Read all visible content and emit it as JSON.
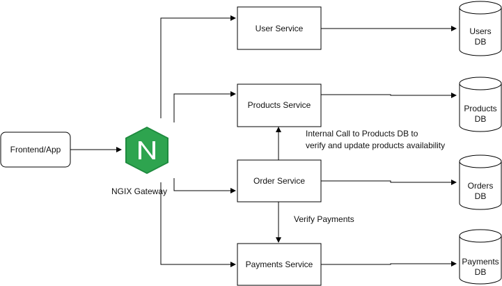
{
  "nodes": {
    "frontend": {
      "label": "Frontend/App"
    },
    "gateway": {
      "label": "NGIX Gateway",
      "logo_letter": "N",
      "logo_color": "#2EA44F",
      "logo_dark": "#1E8A3E"
    },
    "user_service": {
      "label": "User Service"
    },
    "products_service": {
      "label": "Products Service"
    },
    "order_service": {
      "label": "Order Service"
    },
    "payments_service": {
      "label": "Payments Service"
    }
  },
  "databases": {
    "users_db": {
      "line1": "Users",
      "line2": "DB"
    },
    "products_db": {
      "line1": "Products",
      "line2": "DB"
    },
    "orders_db": {
      "line1": "Orders",
      "line2": "DB"
    },
    "payments_db": {
      "line1": "Payments",
      "line2": "DB"
    }
  },
  "edge_labels": {
    "internal_call_line1": "Internal Call to Products DB to",
    "internal_call_line2": "verify and update products availability",
    "verify_payments": "Verify Payments"
  },
  "colors": {
    "stroke": "#000000",
    "text": "#111111"
  }
}
